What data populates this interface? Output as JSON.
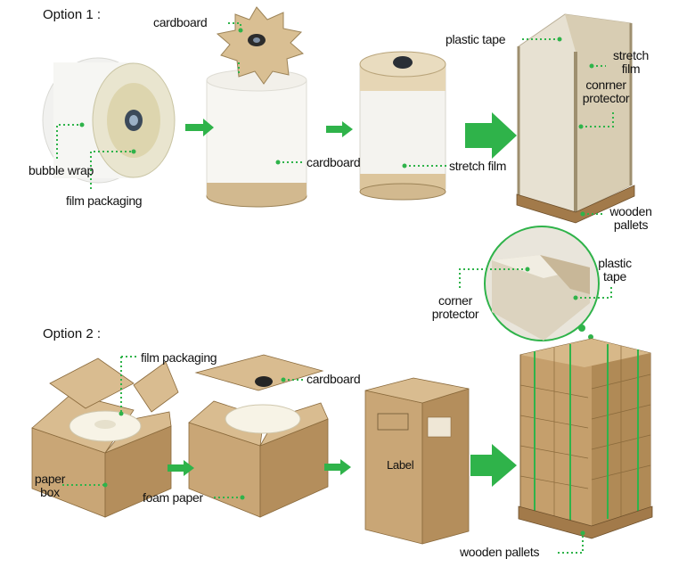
{
  "option1": {
    "title": "Option 1 :",
    "labels": {
      "cardboard_top": "cardboard",
      "bubble_wrap": "bubble wrap",
      "film_packaging": "film packaging",
      "cardboard_side": "cardboard",
      "plastic_tape": "plastic tape",
      "stretch_film_roll": "stretch film",
      "stretch_film_pallet": "stretch film",
      "corner_protector_pallet": "conrner protector",
      "wooden_pallets": "wooden pallets"
    },
    "zoom": {
      "corner_protector": "corner protector",
      "plastic_tape": "plastic tape"
    }
  },
  "option2": {
    "title": "Option 2 :",
    "labels": {
      "film_packaging": "film packaging",
      "cardboard": "cardboard",
      "paper_box": "paper box",
      "foam_paper": "foam paper",
      "box_label": "Label",
      "wooden_pallets": "wooden pallets"
    }
  },
  "colors": {
    "accent_green": "#2fb34a",
    "cardboard": "#c9a676",
    "roll_white": "#f4f2ec"
  },
  "icons": [
    "arrow-right-icon",
    "dotted-leader-icon",
    "magnifier-circle-icon"
  ]
}
